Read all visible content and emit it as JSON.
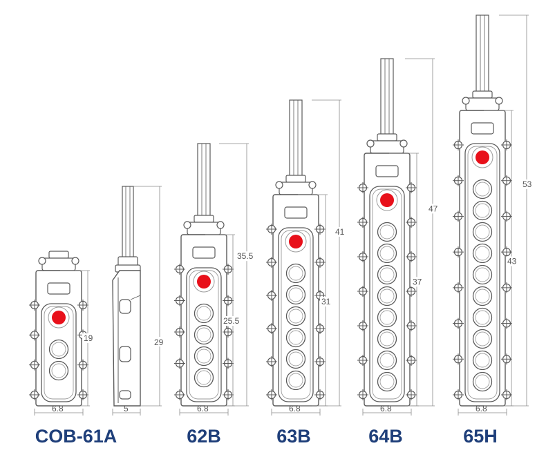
{
  "colors": {
    "line": "#5a5a5a",
    "dim": "#8a8a8a",
    "button_fill": "#ffffff",
    "estop": "#e8101a",
    "label": "#1f3f7a"
  },
  "models": [
    {
      "name": "COB-61A",
      "buttons": 2,
      "width_dim": "6.8",
      "height_dims": [
        "19"
      ]
    },
    {
      "name": "",
      "side_view": true,
      "width_dim": "5",
      "height_dims": [
        "29"
      ]
    },
    {
      "name": "62B",
      "buttons": 4,
      "width_dim": "6.8",
      "height_dims": [
        "35.5",
        "25.5"
      ]
    },
    {
      "name": "63B",
      "buttons": 6,
      "width_dim": "6.8",
      "height_dims": [
        "41",
        "31"
      ]
    },
    {
      "name": "64B",
      "buttons": 8,
      "width_dim": "6.8",
      "height_dims": [
        "47",
        "37"
      ]
    },
    {
      "name": "65H",
      "buttons": 10,
      "width_dim": "6.8",
      "height_dims": [
        "53",
        "43"
      ]
    }
  ]
}
